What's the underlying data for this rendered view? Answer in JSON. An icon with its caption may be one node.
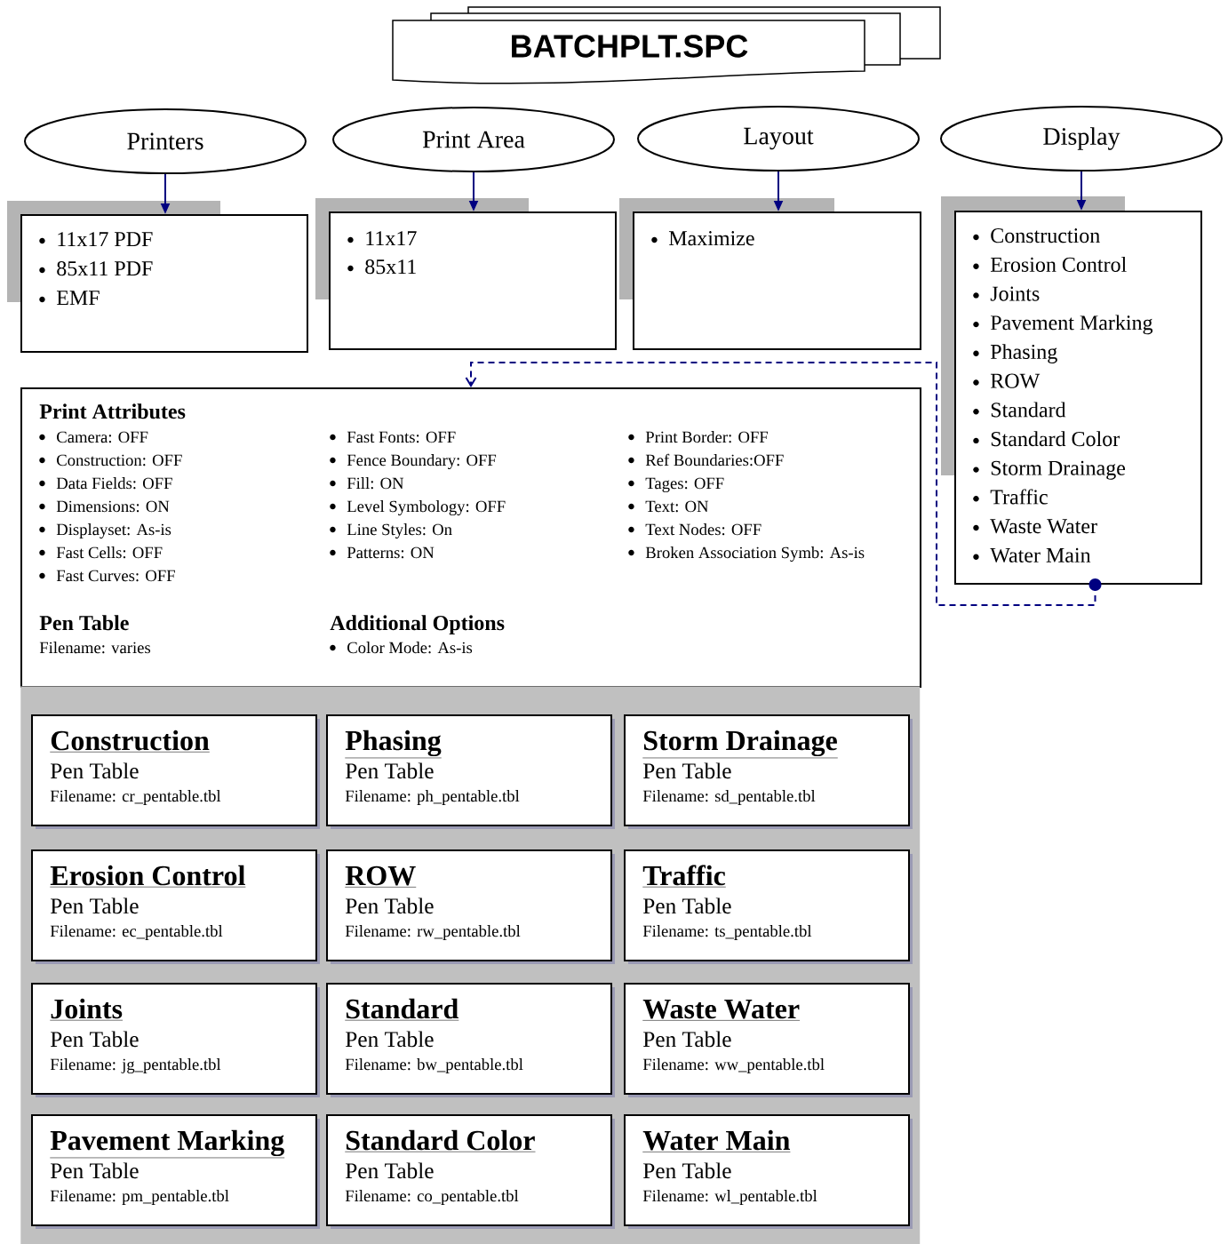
{
  "diagram": {
    "nodes": [
      {
        "text": [
          "BATCHPLT.SPC"
        ]
      },
      {
        "text": [
          "Printers"
        ]
      },
      {
        "text": [
          "Print Area"
        ]
      },
      {
        "text": [
          "Layout"
        ]
      },
      {
        "text": [
          "Display"
        ]
      },
      {
        "text": [
          "11x17 PDF",
          "85x11 PDF",
          "EMF"
        ]
      },
      {
        "text": [
          "11x17",
          "85x11"
        ]
      },
      {
        "text": [
          "Maximize"
        ]
      },
      {
        "text": [
          "Construction",
          "Erosion Control",
          "Joints",
          "Pavement Marking",
          "Phasing",
          "ROW",
          "Standard",
          "Standard Color",
          "Storm Drainage",
          "Traffic",
          "Waste Water",
          "Water Main"
        ]
      },
      {
        "text": [
          "Print Attributes",
          "Camera: OFF",
          "Construction: OFF",
          "Data Fields: OFF",
          "Dimensions: ON",
          "Displayset: As-is",
          "Fast Cells: OFF",
          "Fast Curves: OFF",
          "Fast Fonts: OFF",
          "Fence Boundary: OFF",
          "Fill: ON",
          "Level Symbology: OFF",
          "Line Styles: On",
          "Patterns: ON",
          "Print Border: OFF",
          "Ref Boundaries:OFF",
          "Tages: OFF",
          "Text: ON",
          "Text Nodes: OFF",
          "Broken Association Symb: As-is",
          "Pen Table",
          "Filename: varies",
          "Additional Options",
          "Color Mode: As-is"
        ]
      },
      {
        "text": [],
        "shape": "box"
      },
      {
        "text": [
          "Construction",
          "Pen Table",
          "Filename: cr_pentable.tbl"
        ],
        "in": 10
      },
      {
        "text": [
          "Phasing",
          "Pen Table",
          "Filename: ph_pentable.tbl"
        ],
        "in": 10
      },
      {
        "text": [
          "Storm Drainage",
          "Pen Table",
          "Filename: sd_pentable.tbl"
        ],
        "in": 10
      },
      {
        "text": [
          "Erosion Control",
          "Pen Table",
          "Filename: ec_pentable.tbl"
        ],
        "in": 10
      },
      {
        "text": [
          "ROW",
          "Pen Table",
          "Filename: rw_pentable.tbl"
        ],
        "in": 10
      },
      {
        "text": [
          "Traffic",
          "Pen Table",
          "Filename: ts_pentable.tbl"
        ],
        "in": 10
      },
      {
        "text": [
          "Joints",
          "Pen Table",
          "Filename: jg_pentable.tbl"
        ],
        "in": 10
      },
      {
        "text": [
          "Standard",
          "Pen Table",
          "Filename: bw_pentable.tbl"
        ],
        "in": 10
      },
      {
        "text": [
          "Waste Water",
          "Pen Table",
          "Filename: ww_pentable.tbl"
        ],
        "in": 10
      },
      {
        "text": [
          "Pavement Marking",
          "Pen Table",
          "Filename: pm_pentable.tbl"
        ],
        "in": 10
      },
      {
        "text": [
          "Standard Color",
          "Pen Table",
          "Filename: co_pentable.tbl"
        ],
        "in": 10
      },
      {
        "text": [
          "Water Main",
          "Pen Table",
          "Filename: wl_pentable.tbl"
        ],
        "in": 10
      }
    ],
    "edges": [
      {
        "from": 1,
        "to": 5,
        "arrow": "to"
      },
      {
        "from": 2,
        "to": 6,
        "arrow": "to"
      },
      {
        "from": 3,
        "to": 7,
        "arrow": "to"
      },
      {
        "from": 4,
        "to": 8,
        "arrow": "to"
      },
      {
        "from": 8,
        "to": 9,
        "arrow": "to",
        "style": "dashed"
      }
    ]
  }
}
